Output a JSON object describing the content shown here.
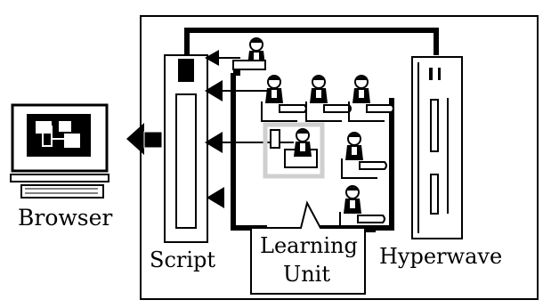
{
  "diagram": {
    "labels": {
      "browser": "Browser",
      "script": "Script",
      "learning_unit_line1": "Learning",
      "learning_unit_line2": "Unit",
      "hyperwave": "Hyperwave"
    },
    "icons": {
      "client": "computer-monitor-icon",
      "server": "tower-server-icon",
      "author": "person-at-desk-icon"
    },
    "colors": {
      "ink": "#000000",
      "paper": "#ffffff",
      "highlight": "#cfcfcf"
    }
  }
}
